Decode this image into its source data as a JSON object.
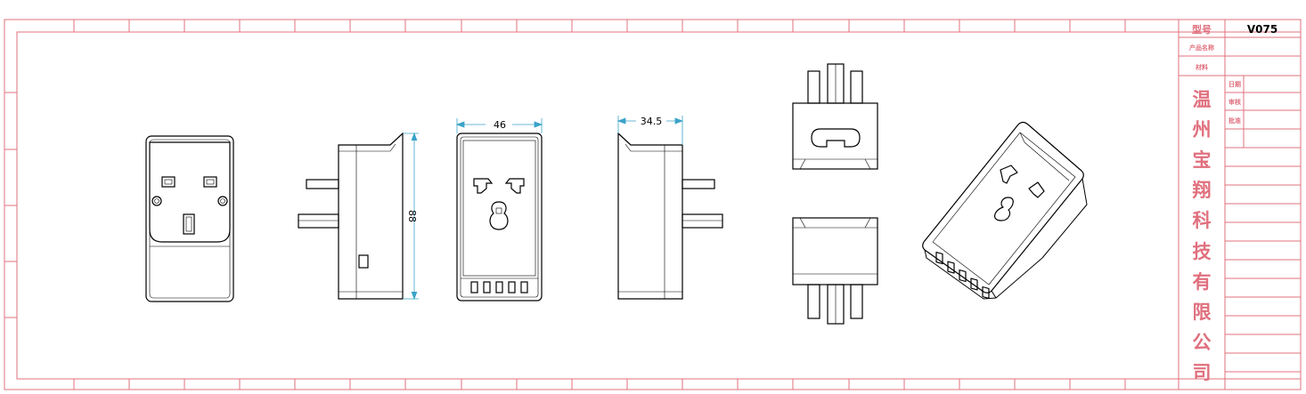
{
  "title_block": {
    "model_label": "型号",
    "model_value": "V075",
    "product_name_label": "产品名称",
    "material_label": "材料",
    "date_label": "日期",
    "review_label": "审核",
    "approve_label": "批准",
    "company_chars": [
      "温",
      "州",
      "宝",
      "翔",
      "科",
      "技",
      "有",
      "限",
      "公",
      "司"
    ]
  },
  "dimensions": {
    "width": "46",
    "depth": "34.5",
    "height": "88"
  },
  "colors": {
    "frame": "#e0707e",
    "line": "#000000",
    "dim": "#3aa3c8"
  }
}
